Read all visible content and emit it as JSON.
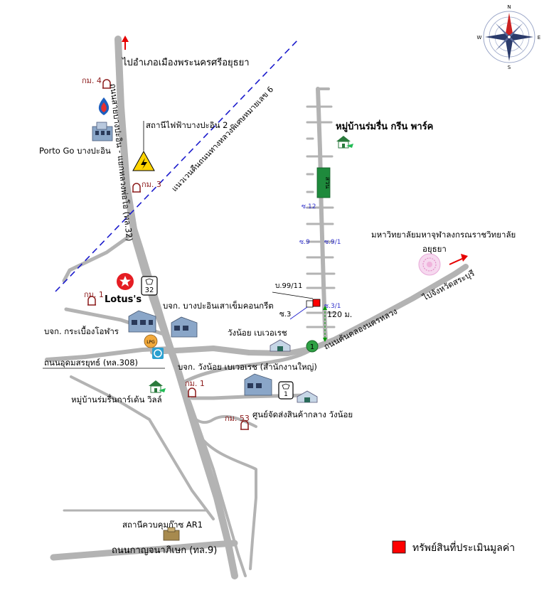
{
  "colors": {
    "road": "#b3b3b3",
    "asset": "#ff0000",
    "highway_line": "#1a1acc",
    "arrow": "#e60000",
    "km_marker": "#8b1a1a",
    "soi_label": "#3333cc",
    "village_label": "#cc00cc",
    "distance": "#009900"
  },
  "labels": {
    "to_ayutthaya": "ไปอำเภอเมืองพระนครศรีอยุธยา",
    "road_32_a": "ถนนสายบางปะอิน - แยกหลวงพ่อโอ (ทล.32)",
    "highway_6": "แนวเวนคืนถนนทางหลวงพิเศษหมายเลข 6",
    "km4": "กม. 4",
    "km3": "กม. 3",
    "km1_left": "กม. 1",
    "km1_mid": "กม. 1",
    "km53": "กม. 53",
    "porto_go": "Porto Go บางปะอิน",
    "power_station": "สถานีไฟฟ้าบางปะอิน 2",
    "village_green_park": "หมู่บ้านร่มรื่น กรีน พาร์ค",
    "park_label": "สวน",
    "soi12": "ซ.12",
    "soi9": "ซ.9",
    "soi9_1": "ซ.9/1",
    "university": "มหาวิทยาลัยมหาจุฬาลงกรณราชวิทยาลัย",
    "university_2": "อยุธยา",
    "to_saraburi": "ไปจังหวัดสระบุรี",
    "house_no": "บ.99/11",
    "soi3": "ซ.3",
    "soi3_1": "ซ.3/1",
    "distance": "120 ม.",
    "road_khlong_nakhon_luang": "ถนนคันคลองนครหลวง",
    "route1_badge": "1",
    "route32_badge": "32",
    "lotus": "Lotus's",
    "bang_pa_in_concrete": "บจก. บางปะอินเสาเข็มคอนกรีต",
    "wang_noi_brewery": "วังน้อย เบเวอเรช",
    "tile_company": "บจก. กระเบื้องโอฬาร",
    "lpg": "LPG",
    "udomsorayut_road": "ถนนอุดมสรยุทธ์ (ทล.308)",
    "wang_noi_beverage_hq": "บจก. วังน้อย เบเวอเรช (สำนักงานใหญ่)",
    "village_garden_ville": "หมู่บ้านร่มรื่นการ์เด้น วิลล์",
    "route1_badge_2": "1",
    "distribution_center": "ศูนย์จัดส่งสินค้ากลาง วังน้อย",
    "ar1_station": "สถานีควบคุมก๊าซ AR1",
    "kanchanaphisek_road": "ถนนกาญจนาภิเษก (ทล.9)",
    "legend_asset": "ทรัพย์สินที่ประเมินมูลค่า",
    "compass_n": "N",
    "compass_s": "S",
    "compass_e": "E",
    "compass_w": "W"
  }
}
